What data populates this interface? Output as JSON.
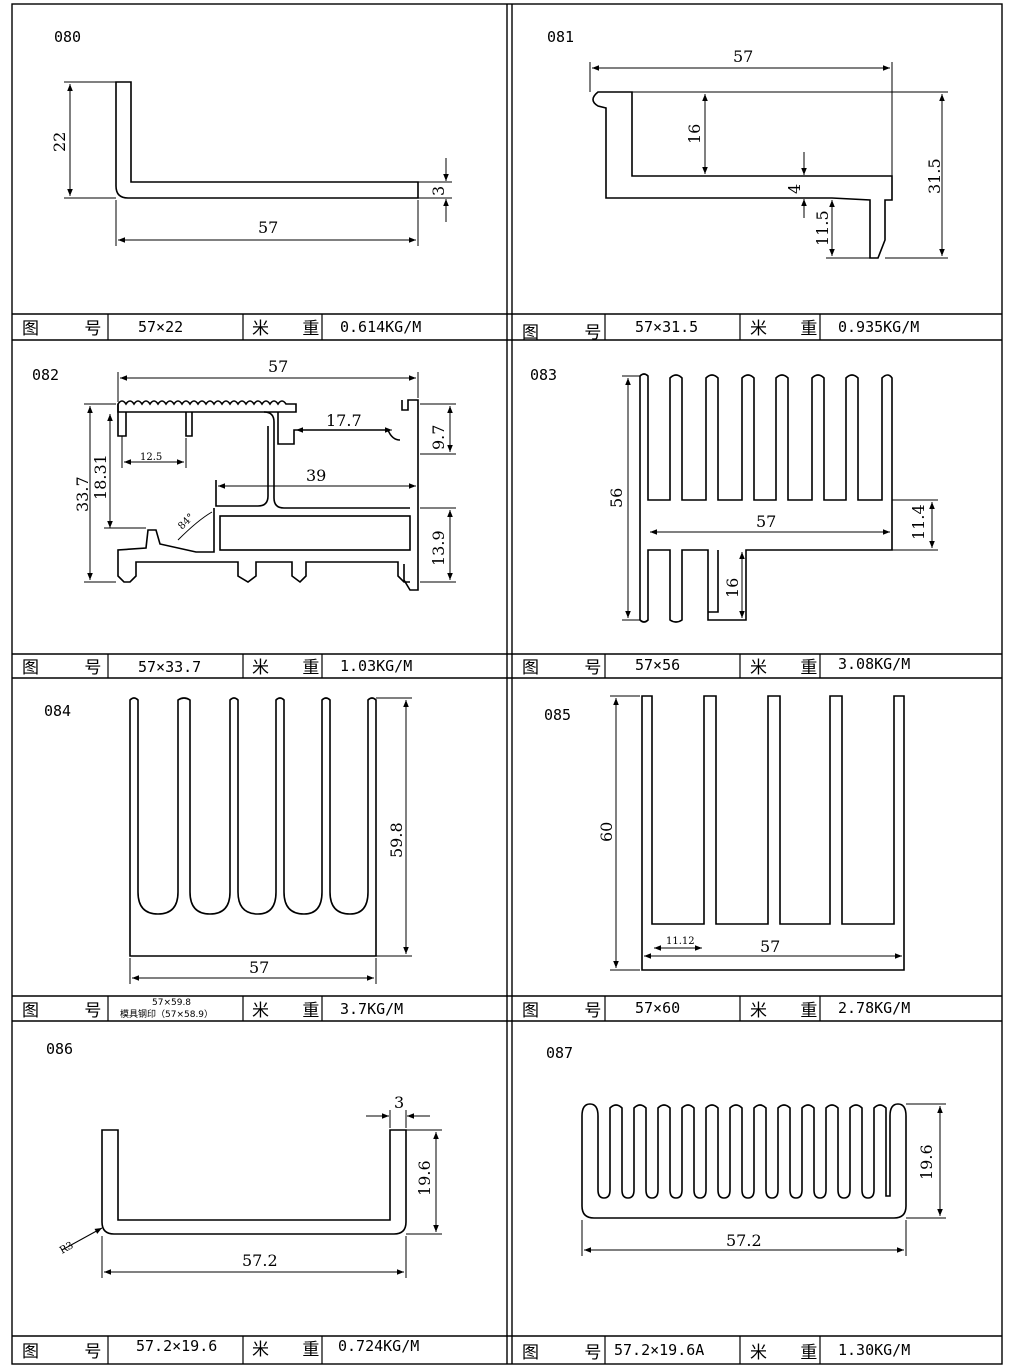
{
  "labels": {
    "drawing_no": "图 号",
    "weight": "米 重"
  },
  "profiles": [
    {
      "id": "080",
      "size": "57×22",
      "weight": "0.614KG/M",
      "dims": [
        "22",
        "3",
        "57"
      ]
    },
    {
      "id": "081",
      "size": "57×31.5",
      "weight": "0.935KG/M",
      "dims": [
        "57",
        "16",
        "31.5",
        "4",
        "11.5"
      ]
    },
    {
      "id": "082",
      "size": "57×33.7",
      "weight": "1.03KG/M",
      "dims": [
        "57",
        "17.7",
        "9.7",
        "12.5",
        "39",
        "33.7",
        "18.31",
        "84°",
        "13.9"
      ]
    },
    {
      "id": "083",
      "size": "57×56",
      "weight": "3.08KG/M",
      "dims": [
        "56",
        "57",
        "11.4",
        "16"
      ]
    },
    {
      "id": "084",
      "size": "57×59.8",
      "size_note": "模具钢印（57×58.9）",
      "weight": "3.7KG/M",
      "dims": [
        "59.8",
        "57"
      ]
    },
    {
      "id": "085",
      "size": "57×60",
      "weight": "2.78KG/M",
      "dims": [
        "60",
        "11.12",
        "57"
      ]
    },
    {
      "id": "086",
      "size": "57.2×19.6",
      "weight": "0.724KG/M",
      "dims": [
        "3",
        "19.6",
        "R3",
        "57.2"
      ]
    },
    {
      "id": "087",
      "size": "57.2×19.6A",
      "weight": "1.30KG/M",
      "dims": [
        "19.6",
        "57.2"
      ]
    }
  ]
}
